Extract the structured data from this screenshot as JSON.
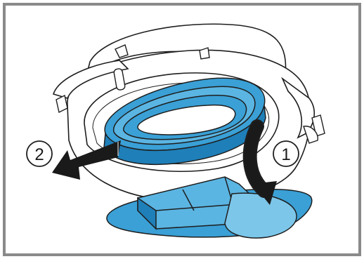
{
  "figure": {
    "step_labels": [
      {
        "text": "1",
        "meaning": "rotate-down"
      },
      {
        "text": "2",
        "meaning": "pull-out"
      }
    ],
    "colors": {
      "frame": "#8a8a8a",
      "outline": "#1e1e1e",
      "filter_blue": "#3aa0d6",
      "filter_blue_dark": "#1f7fb8",
      "filter_blue_light": "#7cc6ea",
      "arrow_black": "#1a1a1a",
      "housing_white": "#ffffff"
    }
  }
}
